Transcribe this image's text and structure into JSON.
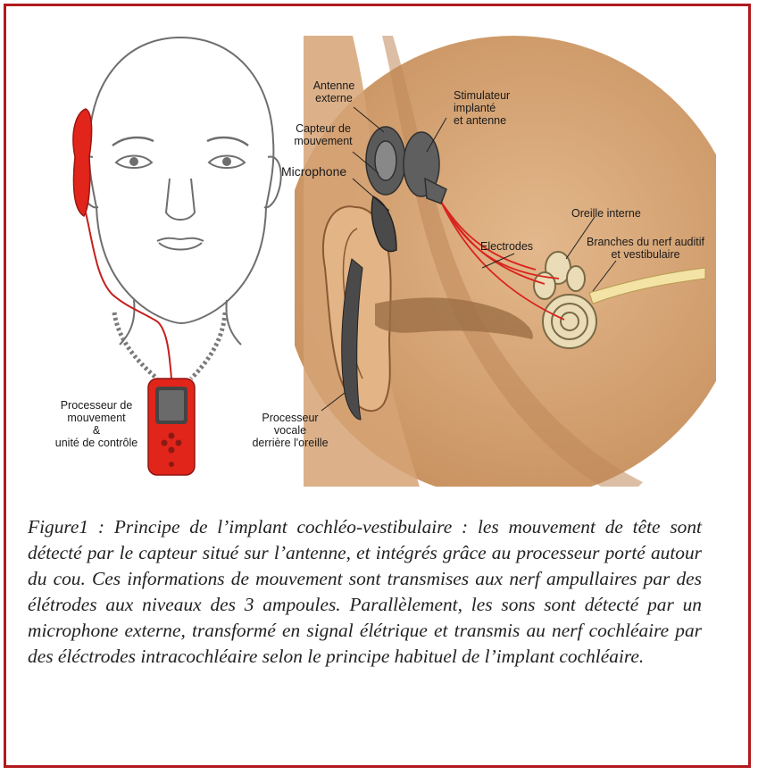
{
  "colors": {
    "frame": "#b1191e",
    "skin": "#d9a97c",
    "device_red": "#e1251b",
    "wire": "#c3201f"
  },
  "labels": {
    "antenne_externe": "Antenne\nexterne",
    "stimulateur": "Stimulateur\nimplanté\net antenne",
    "capteur": "Capteur de\nmouvement",
    "microphone": "Microphone",
    "oreille_interne": "Oreille interne",
    "branches": "Branches du nerf auditif\net vestibulaire",
    "electrodes": "Electrodes",
    "processeur_mouvement": "Processeur de\nmouvement\n&\nunité de contrôle",
    "processeur_vocale": "Processeur\nvocale\nderrière l'oreille"
  },
  "caption": "Figure1 : Principe de l’implant cochléo-vestibulaire : les mouvement de tête sont détecté par le capteur situé sur l’antenne, et intégrés grâce au processeur porté autour du cou. Ces informations de mouvement sont transmises aux nerf ampullaires par des élétrodes aux niveaux des 3 ampoules. Parallèlement, les sons sont détecté par un microphone externe, transformé en signal élétrique et transmis au nerf cochléaire par des éléctrodes intracochléaire selon le principe habituel de l’implant cochléaire."
}
